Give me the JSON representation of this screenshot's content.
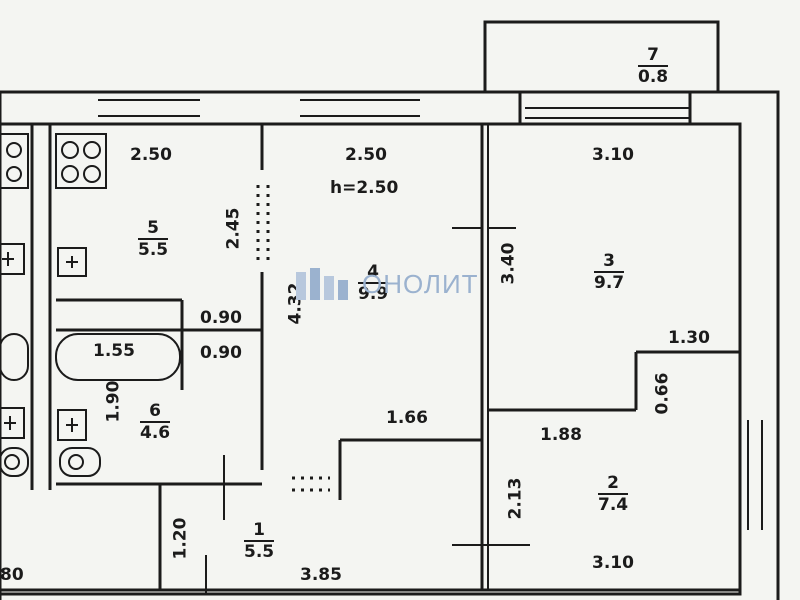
{
  "plan": {
    "ceiling_height": "h=2.50",
    "rooms": [
      {
        "id": "room-1",
        "number": "1",
        "area": "5.5"
      },
      {
        "id": "room-2",
        "number": "2",
        "area": "7.4"
      },
      {
        "id": "room-3",
        "number": "3",
        "area": "9.7"
      },
      {
        "id": "room-4",
        "number": "4",
        "area": "9.9"
      },
      {
        "id": "room-5",
        "number": "5",
        "area": "5.5"
      },
      {
        "id": "room-6",
        "number": "6",
        "area": "4.6"
      },
      {
        "id": "room-7",
        "number": "7",
        "area": "0.8"
      }
    ],
    "dimensions": {
      "kitchen_width": "2.50",
      "room4_width": "2.50",
      "room3_width": "3.10",
      "room2_width": "3.10",
      "kitchen_depth": "2.45",
      "room4_depth": "4.32",
      "room3_depth": "3.40",
      "wall_offset_upper": "0.90",
      "wall_offset_lower": "0.90",
      "bath_length": "1.55",
      "bath_width": "1.90",
      "hall_width": "1.66",
      "niche_width": "1.30",
      "niche_depth": "0.66",
      "room2_depth_width": "1.88",
      "room2_depth": "2.13",
      "entry_depth": "1.20",
      "hall_length": "3.85",
      "left_edge": "80"
    }
  },
  "watermark": {
    "text": "ОНОЛИТ",
    "color": "#9bb2cf"
  }
}
